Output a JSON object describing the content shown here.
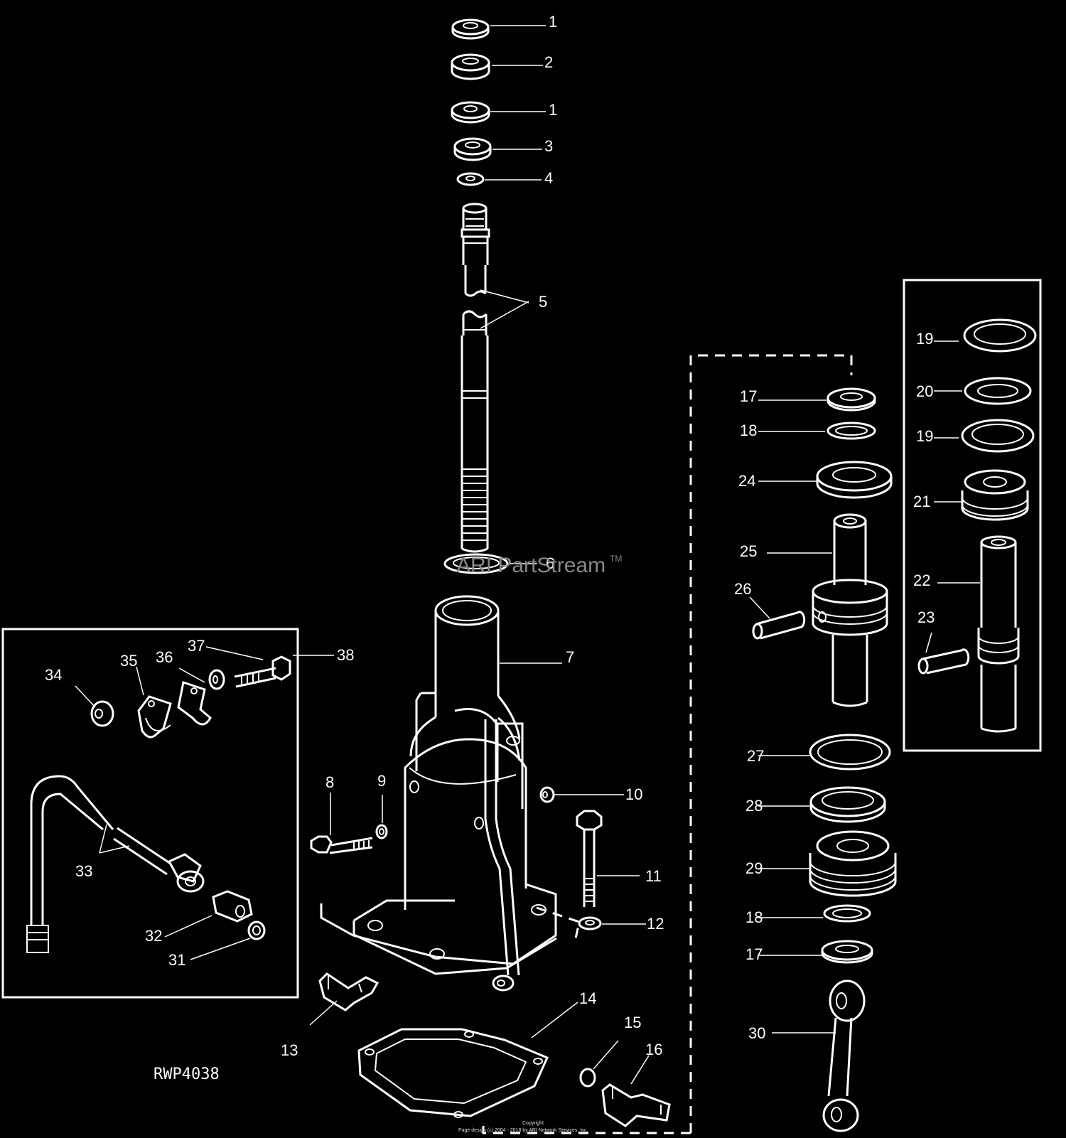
{
  "diagram": {
    "drawing_code": "RWP4038",
    "watermark": "ARI PartStream",
    "watermark_tm": "TM",
    "copyright_line1": "Copyright",
    "copyright_line2": "Page design (c) 2004 - 2018 by ARI Network Services, Inc.",
    "callouts": [
      "1",
      "2",
      "1",
      "3",
      "4",
      "5",
      "6",
      "7",
      "8",
      "9",
      "10",
      "11",
      "12",
      "13",
      "14",
      "15",
      "16",
      "17",
      "18",
      "24",
      "25",
      "26",
      "27",
      "28",
      "29",
      "18",
      "17",
      "30",
      "19",
      "20",
      "19",
      "21",
      "22",
      "23",
      "34",
      "35",
      "36",
      "37",
      "38",
      "33",
      "32",
      "31"
    ]
  }
}
